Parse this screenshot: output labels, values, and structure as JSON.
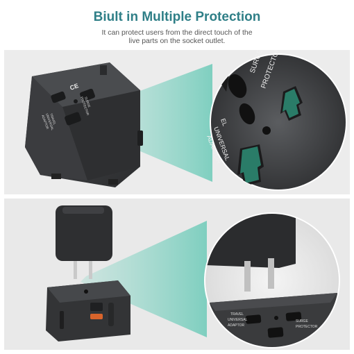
{
  "header": {
    "title": "Biult in Multiple Protection",
    "subtitle_line1": "It can protect users from the direct touch of the",
    "subtitle_line2": "live parts on the socket outlet."
  },
  "top_panel": {
    "device_marks": {
      "ce": "CE",
      "line1": "TRAVEL",
      "line2": "UNIVERSAL",
      "line3": "ADAPTOR",
      "surge1": "SURGE",
      "surge2": "PROTECTOR"
    },
    "zoom_labels": {
      "el": "EL",
      "universal": "UNIVERSAL",
      "adaptor": "ADAPTOR",
      "surge": "SURGE",
      "protector": "PROTECTOR"
    }
  },
  "bottom_panel": {
    "zoom_labels": {
      "travel": "TRAVEL",
      "universal": "UNIVERSAL",
      "adaptor": "ADAPTOR",
      "surge": "SURGE",
      "protector": "PROTECTOR"
    }
  },
  "colors": {
    "title": "#2f7f87",
    "beam": "#7fd0c2",
    "shutter": "#2a7c68",
    "device": "#3a3b3d"
  }
}
